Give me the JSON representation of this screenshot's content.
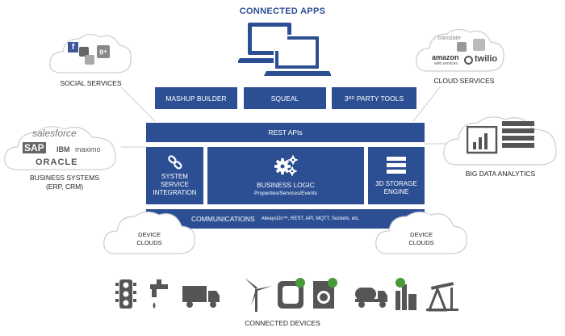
{
  "header": {
    "title": "CONNECTED APPS"
  },
  "toolbar": {
    "mashup": "MASHUP BUILDER",
    "squeal": "SQUEAL",
    "third_prefix": "3",
    "third_sup": "RD",
    "third_suffix": " PARTY TOOLS"
  },
  "rest": "REST APIs",
  "core": {
    "ssi_line1": "SYSTEM",
    "ssi_line2": "SERVICE",
    "ssi_line3": "INTEGRATION",
    "bl_title": "BUSINESS LOGIC",
    "bl_sub": "Properties/Services/Events",
    "storage_line1": "3D STORAGE",
    "storage_line2": "ENGINE"
  },
  "comm": {
    "title": "COMMUNICATIONS",
    "sub": "AlwaysOn™, REST, API, MQTT, Sockets, etc."
  },
  "clouds": {
    "social": "SOCIAL SERVICES",
    "cloud_services": "CLOUD SERVICES",
    "business_line1": "BUSINESS SYSTEMS",
    "business_line2": "(ERP, CRM)",
    "bigdata": "BIG DATA ANALYTICS",
    "device_left_1": "DEVICE",
    "device_left_2": "CLOUDS",
    "device_right_1": "DEVICE",
    "device_right_2": "CLOUDS"
  },
  "logos": {
    "translate": ": translate",
    "amazon": "amazon",
    "amazon_sub": "web services",
    "twilio": "twilio",
    "salesforce": "salesforce",
    "sap": "SAP",
    "ibm": "IBM",
    "maximo": "maximo",
    "oracle": "ORACLE",
    "facebook": "f",
    "gplus": "g+"
  },
  "footer": {
    "title": "CONNECTED DEVICES"
  },
  "colors": {
    "primary": "#2c4f93",
    "cloud_stroke": "#c9ced6",
    "icon_gray": "#555555"
  }
}
